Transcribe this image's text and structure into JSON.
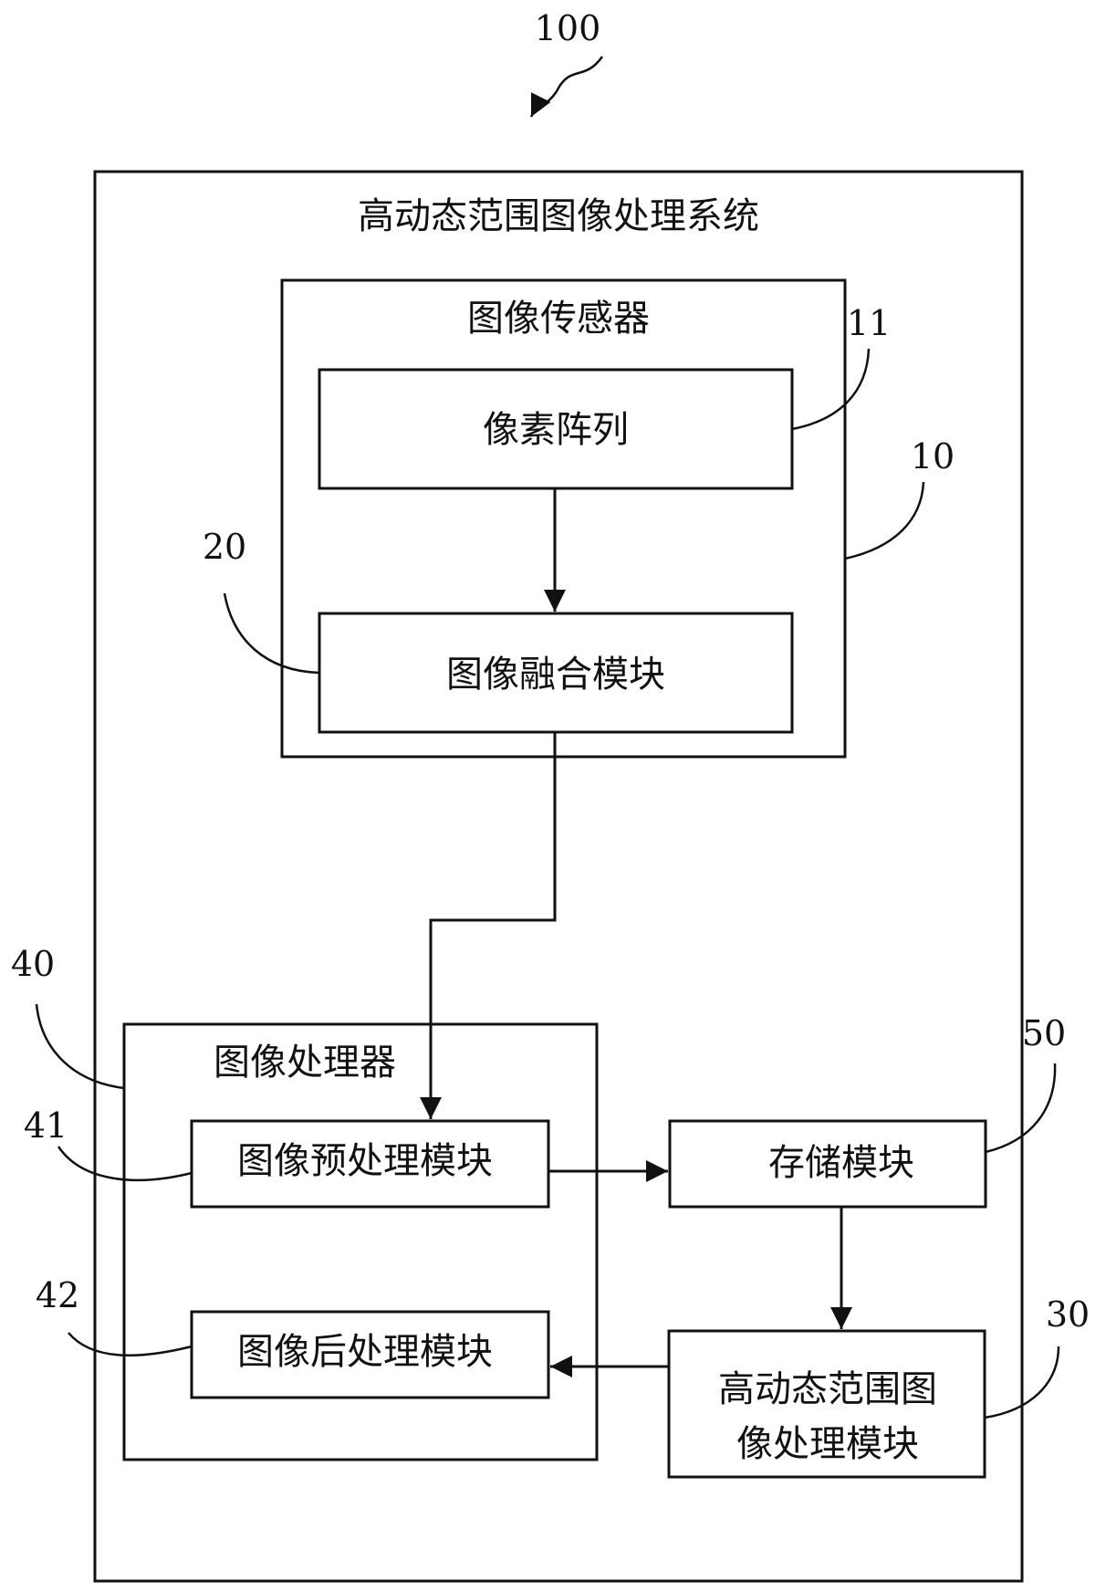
{
  "figure_number": "100",
  "system": {
    "title": "高动态范围图像处理系统"
  },
  "image_sensor": {
    "title": "图像传感器",
    "ref": "10",
    "pixel_array": {
      "label": "像素阵列",
      "ref": "11"
    },
    "fusion_module": {
      "label": "图像融合模块",
      "ref": "20"
    }
  },
  "image_processor": {
    "title": "图像处理器",
    "ref": "40",
    "preprocess_module": {
      "label": "图像预处理模块",
      "ref": "41"
    },
    "postprocess_module": {
      "label": "图像后处理模块",
      "ref": "42"
    }
  },
  "storage_module": {
    "label": "存储模块",
    "ref": "50"
  },
  "hdr_module": {
    "label_line1": "高动态范围图",
    "label_line2": "像处理模块",
    "ref": "30"
  },
  "colors": {
    "line": "#111111",
    "background": "#ffffff"
  }
}
